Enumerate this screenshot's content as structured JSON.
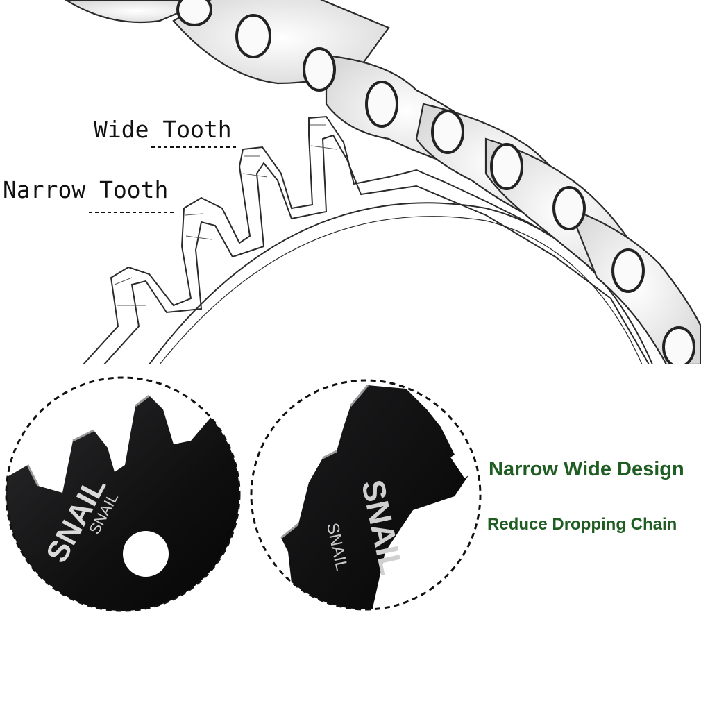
{
  "diagram": {
    "labels": {
      "wide_tooth": "Wide Tooth",
      "narrow_tooth": "Narrow Tooth"
    }
  },
  "closeups": {
    "engraving": "SNAIL"
  },
  "captions": {
    "title": "Narrow Wide Design",
    "subtitle": "Reduce Dropping Chain"
  },
  "colors": {
    "caption_green": "#1f5d22",
    "line_ink": "#2a2a2a",
    "metal_black": "#0f0f10"
  }
}
